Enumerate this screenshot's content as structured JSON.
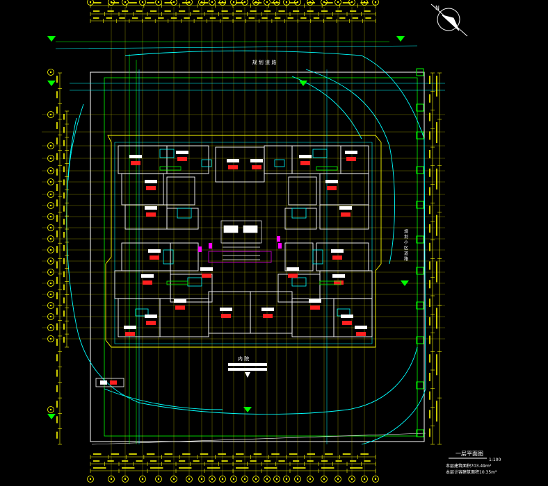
{
  "drawing": {
    "title_cn": "一层平面图",
    "scale": "1:100",
    "area_note_1": "本层建筑面积703.49m²",
    "area_note_2": "本层计容建筑面积10.35m²",
    "north_label": "N",
    "top_road_label": "规 划 道 路",
    "side_road_label": "规 划 小 区 道 路",
    "bottom_road_label": "内 院",
    "colors": {
      "background": "#000000",
      "dimension": "#ffff00",
      "outline": "#00ffff",
      "wall": "#ffffff",
      "tag": "#ff2020",
      "site": "#00ff00",
      "axis": "#ffff00",
      "accent": "#ff00ff"
    }
  }
}
